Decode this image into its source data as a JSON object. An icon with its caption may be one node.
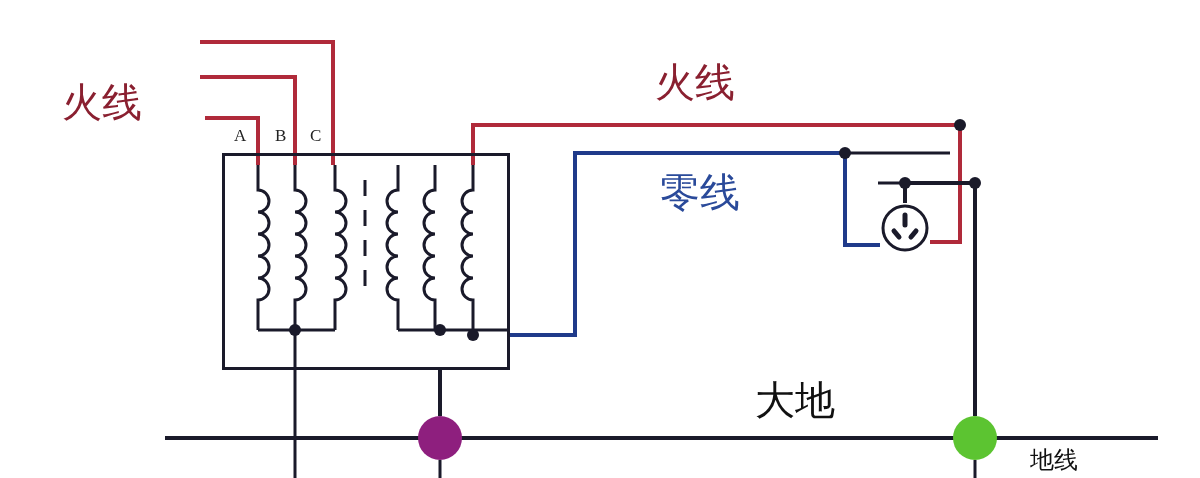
{
  "diagram": {
    "nodes": [
      {
        "text": [],
        "shape": "box"
      },
      {
        "text": [],
        "shape": "circle"
      },
      {
        "text": [],
        "shape": "circle"
      },
      {
        "text": [],
        "shape": "circle"
      }
    ],
    "edges": [
      {
        "from": 0,
        "to": 1,
        "arrow": "none",
        "color": "#b02a3a"
      },
      {
        "from": 0,
        "to": 1,
        "arrow": "none",
        "color": "#1f3a8a"
      },
      {
        "from": 0,
        "to": 2,
        "arrow": "none"
      },
      {
        "from": 1,
        "to": 3,
        "arrow": "none"
      }
    ],
    "labels": [
      "火线",
      "A",
      "B",
      "C",
      "火线",
      "零线",
      "大地",
      "地线"
    ]
  }
}
